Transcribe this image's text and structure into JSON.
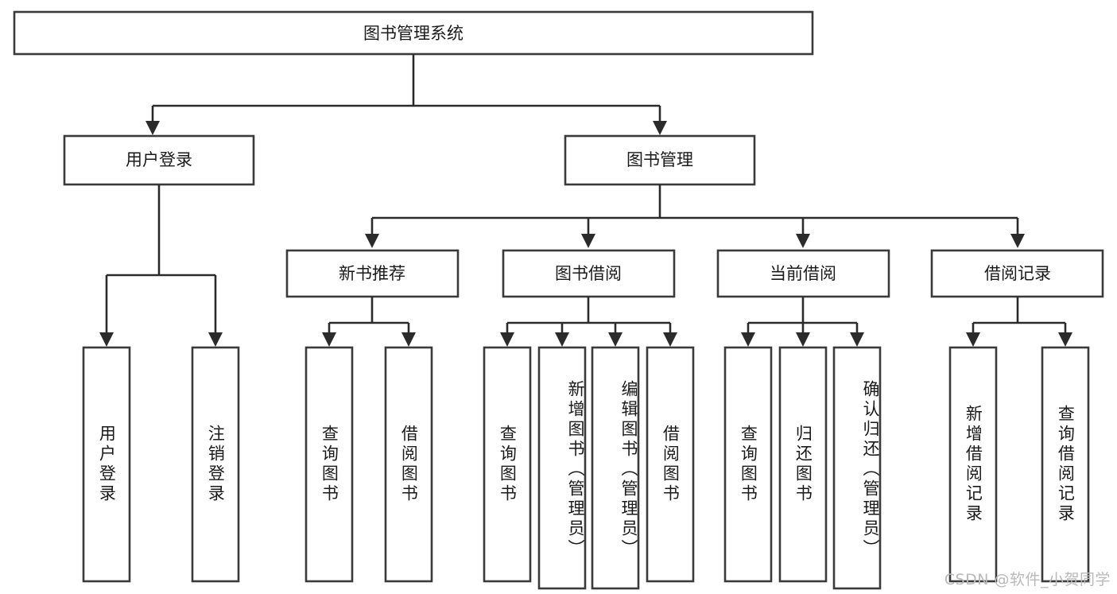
{
  "diagram": {
    "title": "图书管理系统",
    "type": "tree-hierarchy-chart",
    "colors": {
      "box_stroke": "#3a3a3a",
      "connector": "#2b2b2b",
      "background": "#ffffff",
      "text": "#1a1a1a",
      "watermark": "#b9b9b9"
    },
    "root": {
      "label": "图书管理系统"
    },
    "level2": [
      {
        "label": "用户登录"
      },
      {
        "label": "图书管理"
      }
    ],
    "level3": [
      {
        "label": "新书推荐"
      },
      {
        "label": "图书借阅"
      },
      {
        "label": "当前借阅"
      },
      {
        "label": "借阅记录"
      }
    ],
    "leaves": {
      "user_login": [
        {
          "label": "用户登录"
        },
        {
          "label": "注销登录"
        }
      ],
      "new_book_recommend": [
        {
          "label": "查询图书"
        },
        {
          "label": "借阅图书"
        }
      ],
      "book_borrow": [
        {
          "label": "查询图书"
        },
        {
          "label": "新增图书（管理员）"
        },
        {
          "label": "编辑图书（管理员）"
        },
        {
          "label": "借阅图书"
        }
      ],
      "current_borrow": [
        {
          "label": "查询图书"
        },
        {
          "label": "归还图书"
        },
        {
          "label": "确认归还（管理员）"
        }
      ],
      "borrow_record": [
        {
          "label": "新增借阅记录"
        },
        {
          "label": "查询借阅记录"
        }
      ]
    }
  },
  "watermark": {
    "text": "CSDN @软件_小贺同学"
  }
}
